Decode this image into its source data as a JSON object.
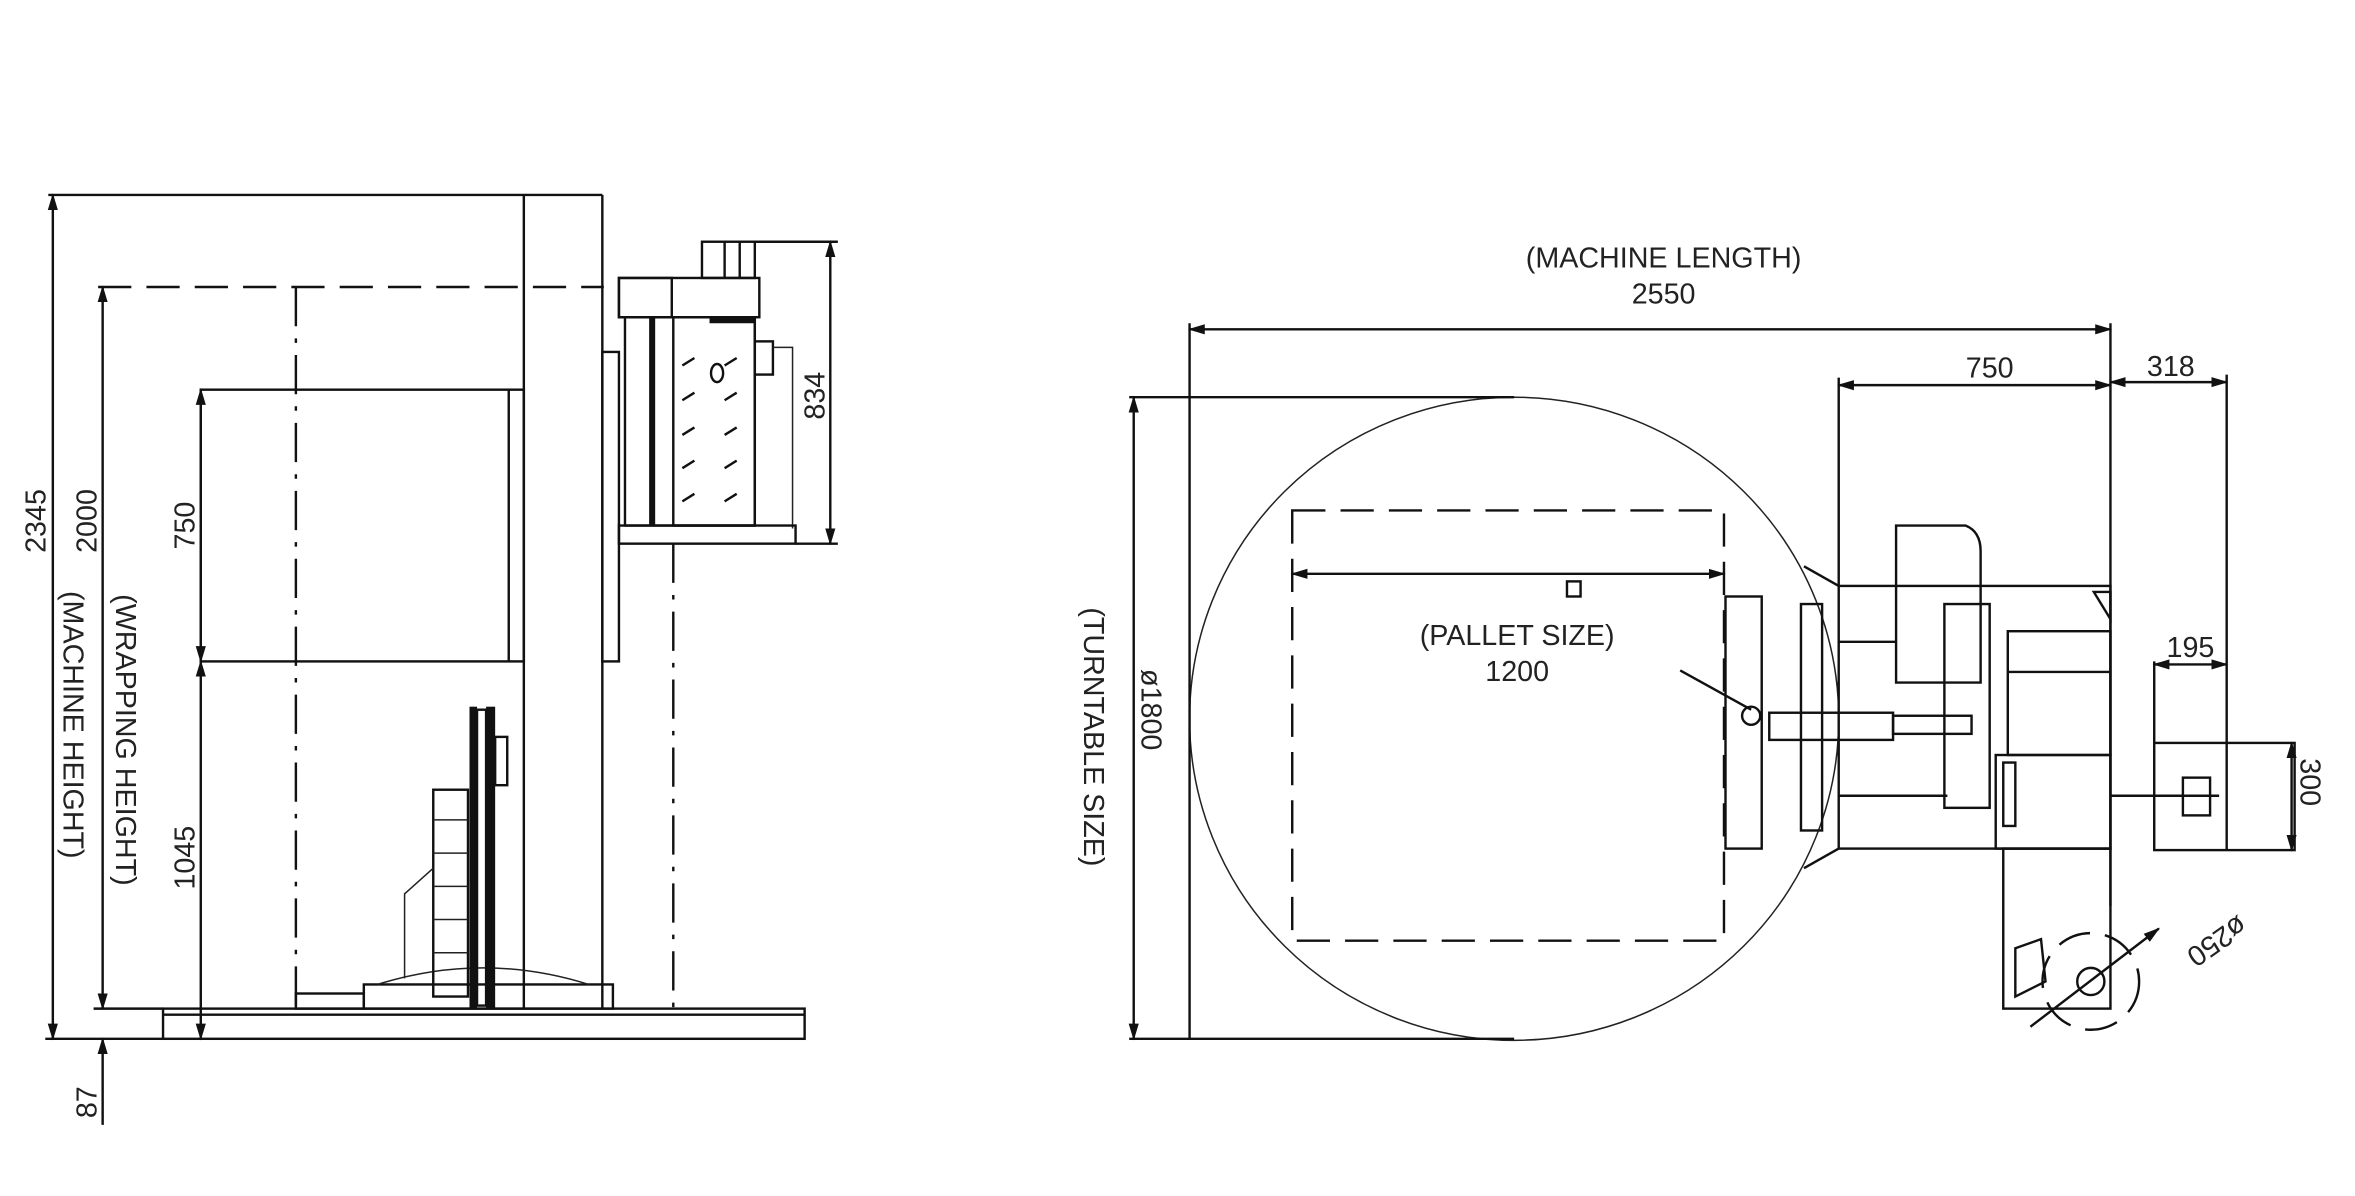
{
  "side_view": {
    "machine_height_value": "2345",
    "machine_height_label": "(MACHINE HEIGHT)",
    "wrapping_height_value": "2000",
    "wrapping_height_label": "(WRAPPING HEIGHT)",
    "upper_section": "750",
    "lower_section": "1045",
    "base_height": "87",
    "head_height": "834"
  },
  "top_view": {
    "machine_length_label": "(MACHINE LENGTH)",
    "machine_length_value": "2550",
    "frame_width": "750",
    "offset": "318",
    "pallet_label": "(PALLET SIZE)",
    "pallet_value": "1200",
    "turntable_value": "ø1800",
    "turntable_label": "(TURNTABLE SIZE)",
    "box_width": "195",
    "box_height": "300",
    "wheel_diameter": "ø250"
  }
}
